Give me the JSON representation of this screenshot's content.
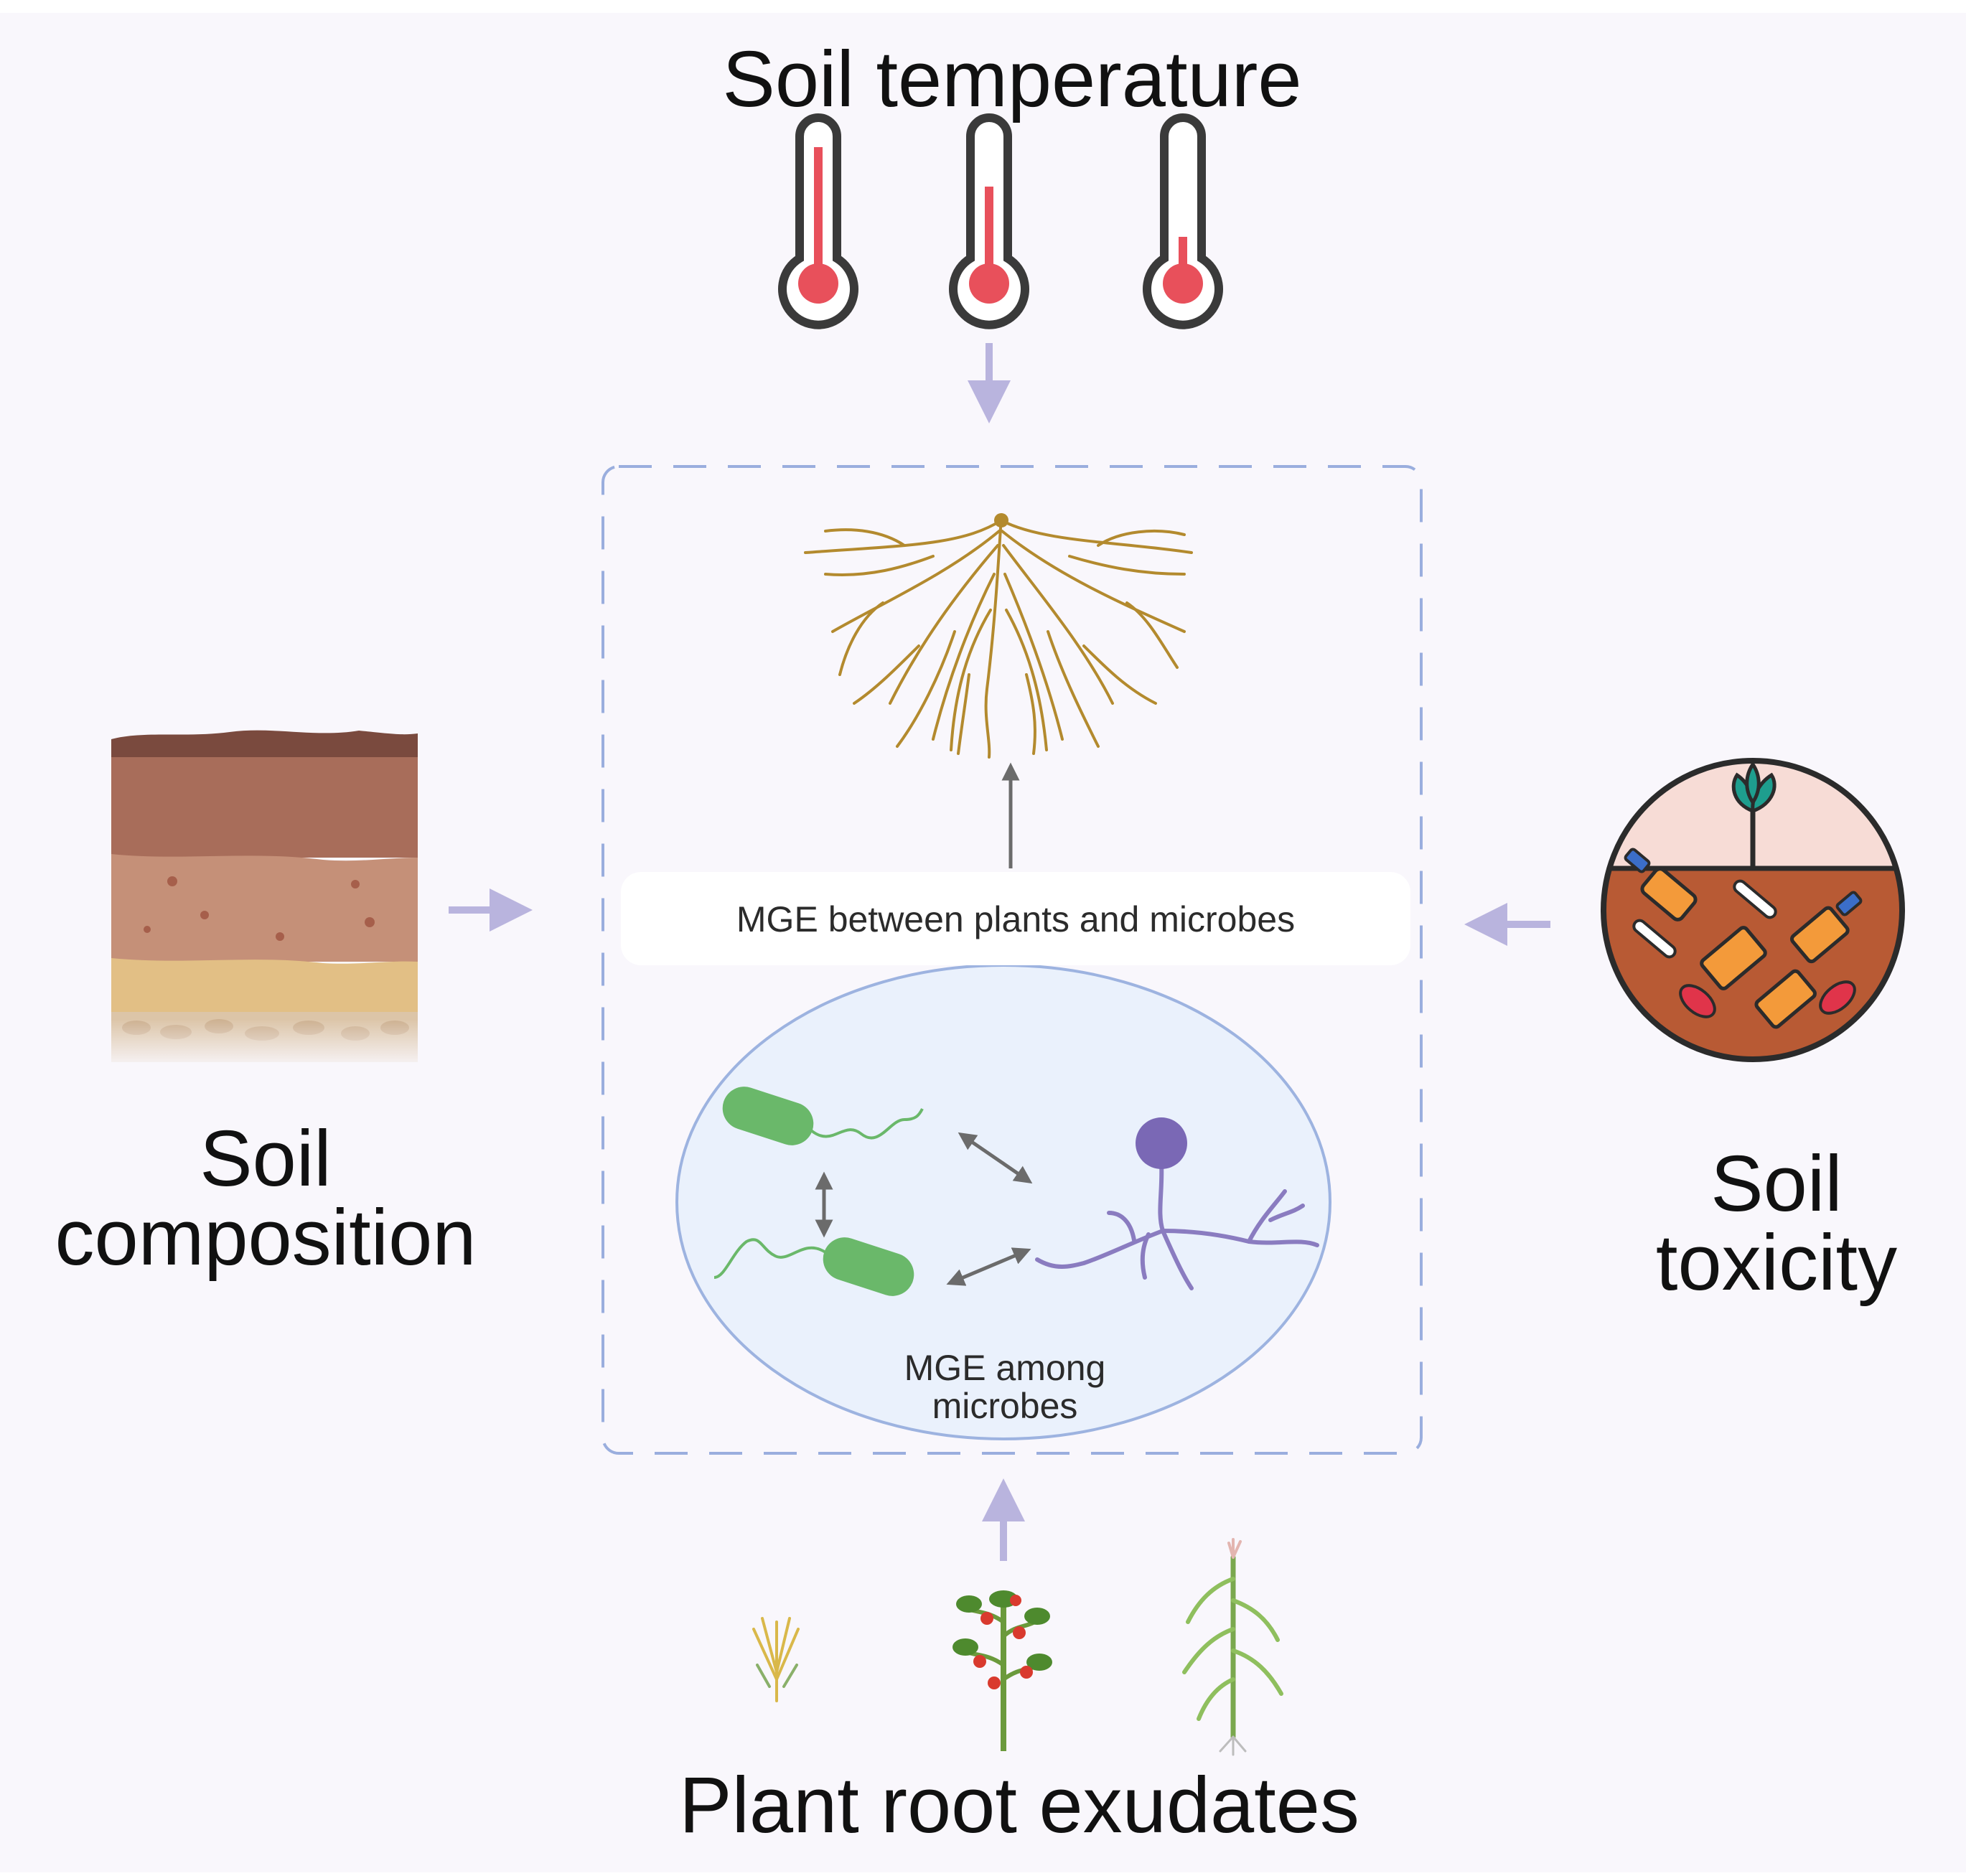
{
  "labels": {
    "soil_temperature": "Soil temperature",
    "soil_composition_line1": "Soil",
    "soil_composition_line2": "composition",
    "soil_toxicity_line1": "Soil",
    "soil_toxicity_line2": "toxicity",
    "plant_root_exudates": "Plant root exudates",
    "mge_plants_microbes": "MGE between plants and microbes",
    "mge_among_microbes_line1": "MGE among",
    "mge_among_microbes_line2": "microbes"
  },
  "colors": {
    "background": "#f9f7fc",
    "dashed_box": "#9aaede",
    "arrow_light": "#b9b4de",
    "arrow_dark": "#6b6b6b",
    "oval_fill": "#eaf1fc",
    "oval_stroke": "#9db3e0",
    "bacteria": "#6ab86a",
    "fungus": "#8a7cc0",
    "root": "#b38a2e",
    "thermometer_red": "#e8505b",
    "soil_top": "#7a4a3e",
    "soil_mid": "#a86d5a",
    "soil_light": "#c59078",
    "soil_sand": "#e2bf85",
    "toxicity_soil": "#b85a34",
    "toxicity_sky": "#f7dcd6",
    "leaf": "#1e9e8e"
  },
  "icons": {
    "thermometers": [
      "thermometer-high-icon",
      "thermometer-mid-icon",
      "thermometer-low-icon"
    ],
    "plants": [
      "wheat-plant-icon",
      "tomato-plant-icon",
      "maize-plant-icon"
    ],
    "soil_layers": "soil-layers-icon",
    "soil_toxicity": "polluted-soil-icon",
    "roots": "root-system-icon",
    "bacteria": "bacteria-icon",
    "fungus": "fungus-icon"
  }
}
